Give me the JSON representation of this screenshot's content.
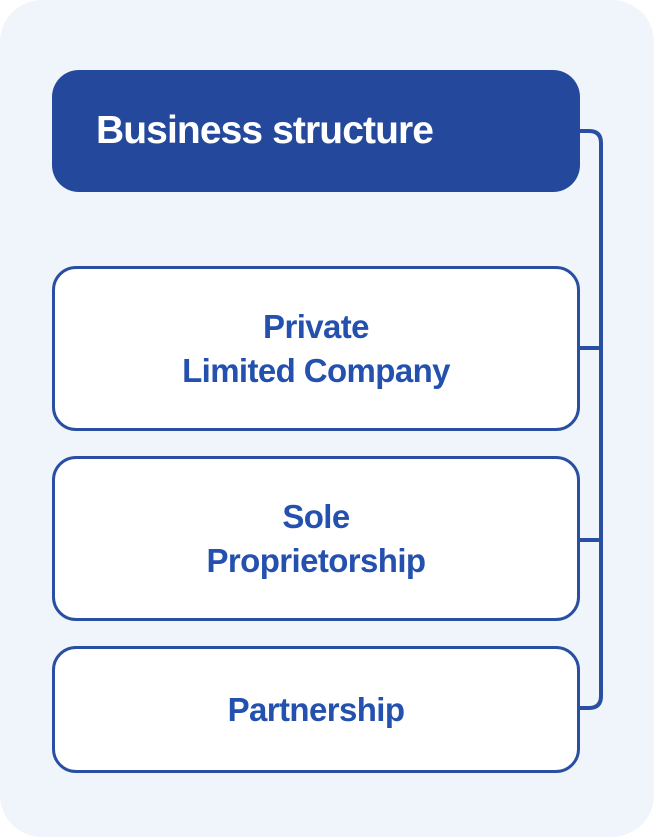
{
  "diagram": {
    "title": "Business structure",
    "type": "tree",
    "colors": {
      "canvas_background": "#eff5fa",
      "header_fill": "#24499c",
      "header_text": "#ffffff",
      "node_fill": "#ffffff",
      "node_border": "#2a4fa2",
      "node_text": "#2450ae",
      "connector": "#2a4fa2"
    },
    "root": {
      "label": "Business structure"
    },
    "options": [
      {
        "id": "private-limited-company",
        "label": "Private\nLimited Company",
        "lines": [
          "Private",
          "Limited Company"
        ]
      },
      {
        "id": "sole-proprietorship",
        "label": "Sole\nProprietorship",
        "lines": [
          "Sole",
          "Proprietorship"
        ]
      },
      {
        "id": "partnership",
        "label": "Partnership",
        "lines": [
          "Partnership"
        ]
      }
    ]
  }
}
